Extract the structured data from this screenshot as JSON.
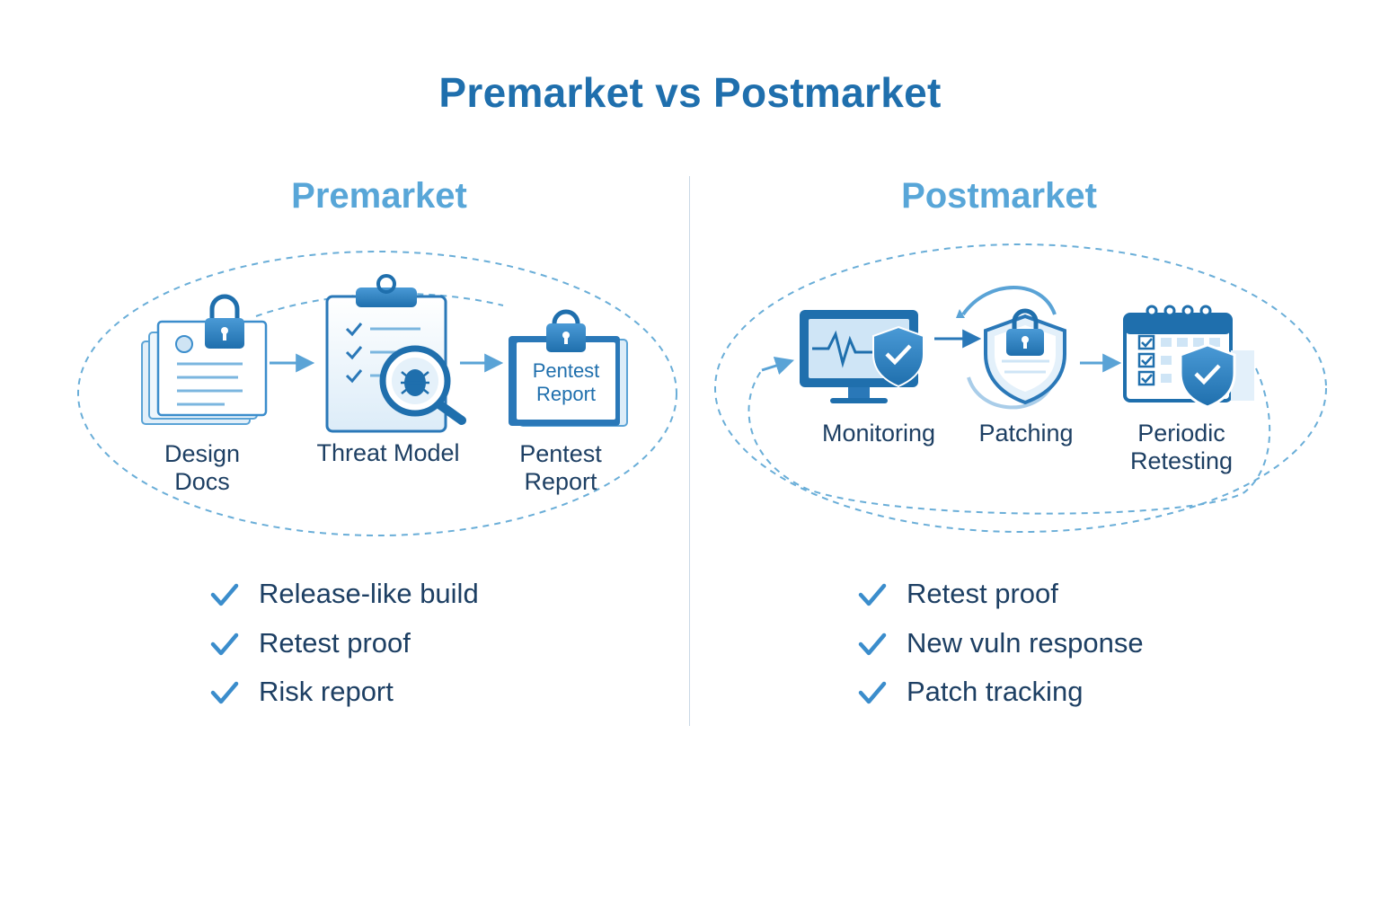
{
  "title": "Premarket vs Postmarket",
  "colors": {
    "accent": "#1f6fad",
    "light_accent": "#58a6d8",
    "text": "#1d3f63",
    "dashed_line": "#6aaed8"
  },
  "premarket": {
    "title": "Premarket",
    "steps": [
      {
        "label": "Design\nDocs",
        "icon": "documents-lock-icon"
      },
      {
        "label": "Threat Model",
        "icon": "clipboard-bug-magnifier-icon"
      },
      {
        "label": "Pentest\nReport",
        "icon": "report-lock-icon",
        "card_text": "Pentest\nReport"
      }
    ],
    "checklist": [
      "Release-like build",
      "Retest proof",
      "Risk report"
    ]
  },
  "postmarket": {
    "title": "Postmarket",
    "steps": [
      {
        "label": "Monitoring",
        "icon": "monitor-shield-icon"
      },
      {
        "label": "Patching",
        "icon": "shield-lock-cycle-icon"
      },
      {
        "label": "Periodic\nRetesting",
        "icon": "calendar-shield-icon"
      }
    ],
    "checklist": [
      "Retest proof",
      "New vuln response",
      "Patch tracking"
    ]
  }
}
